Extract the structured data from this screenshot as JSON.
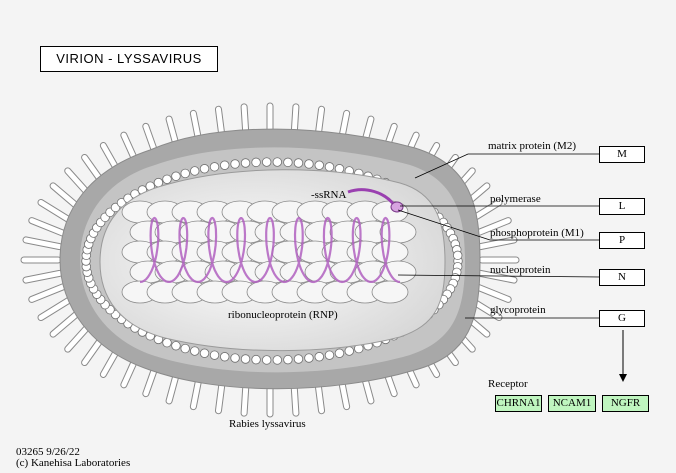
{
  "title": "VIRION - LYSSAVIRUS",
  "virus_name": "Rabies lyssavirus",
  "ssrna_label": "-ssRNA",
  "rnp_label": "ribonucleoprotein (RNP)",
  "components": [
    {
      "label": "matrix protein (M2)",
      "gene": "M"
    },
    {
      "label": "polymerase",
      "gene": "L"
    },
    {
      "label": "phosphoprotein (M1)",
      "gene": "P"
    },
    {
      "label": "nucleoprotein",
      "gene": "N"
    },
    {
      "label": "glycoprotein",
      "gene": "G"
    }
  ],
  "receptor": {
    "label": "Receptor",
    "items": [
      "CHRNA1",
      "NCAM1",
      "NGFR"
    ]
  },
  "footer": {
    "code": "03265 9/26/22",
    "copyright": "(c) Kanehisa Laboratories"
  },
  "colors": {
    "background": "#f4f4f4",
    "rna": "#b060c0",
    "receptor_fill": "#bff5bf",
    "envelope_gray": "#a8a8a8"
  }
}
